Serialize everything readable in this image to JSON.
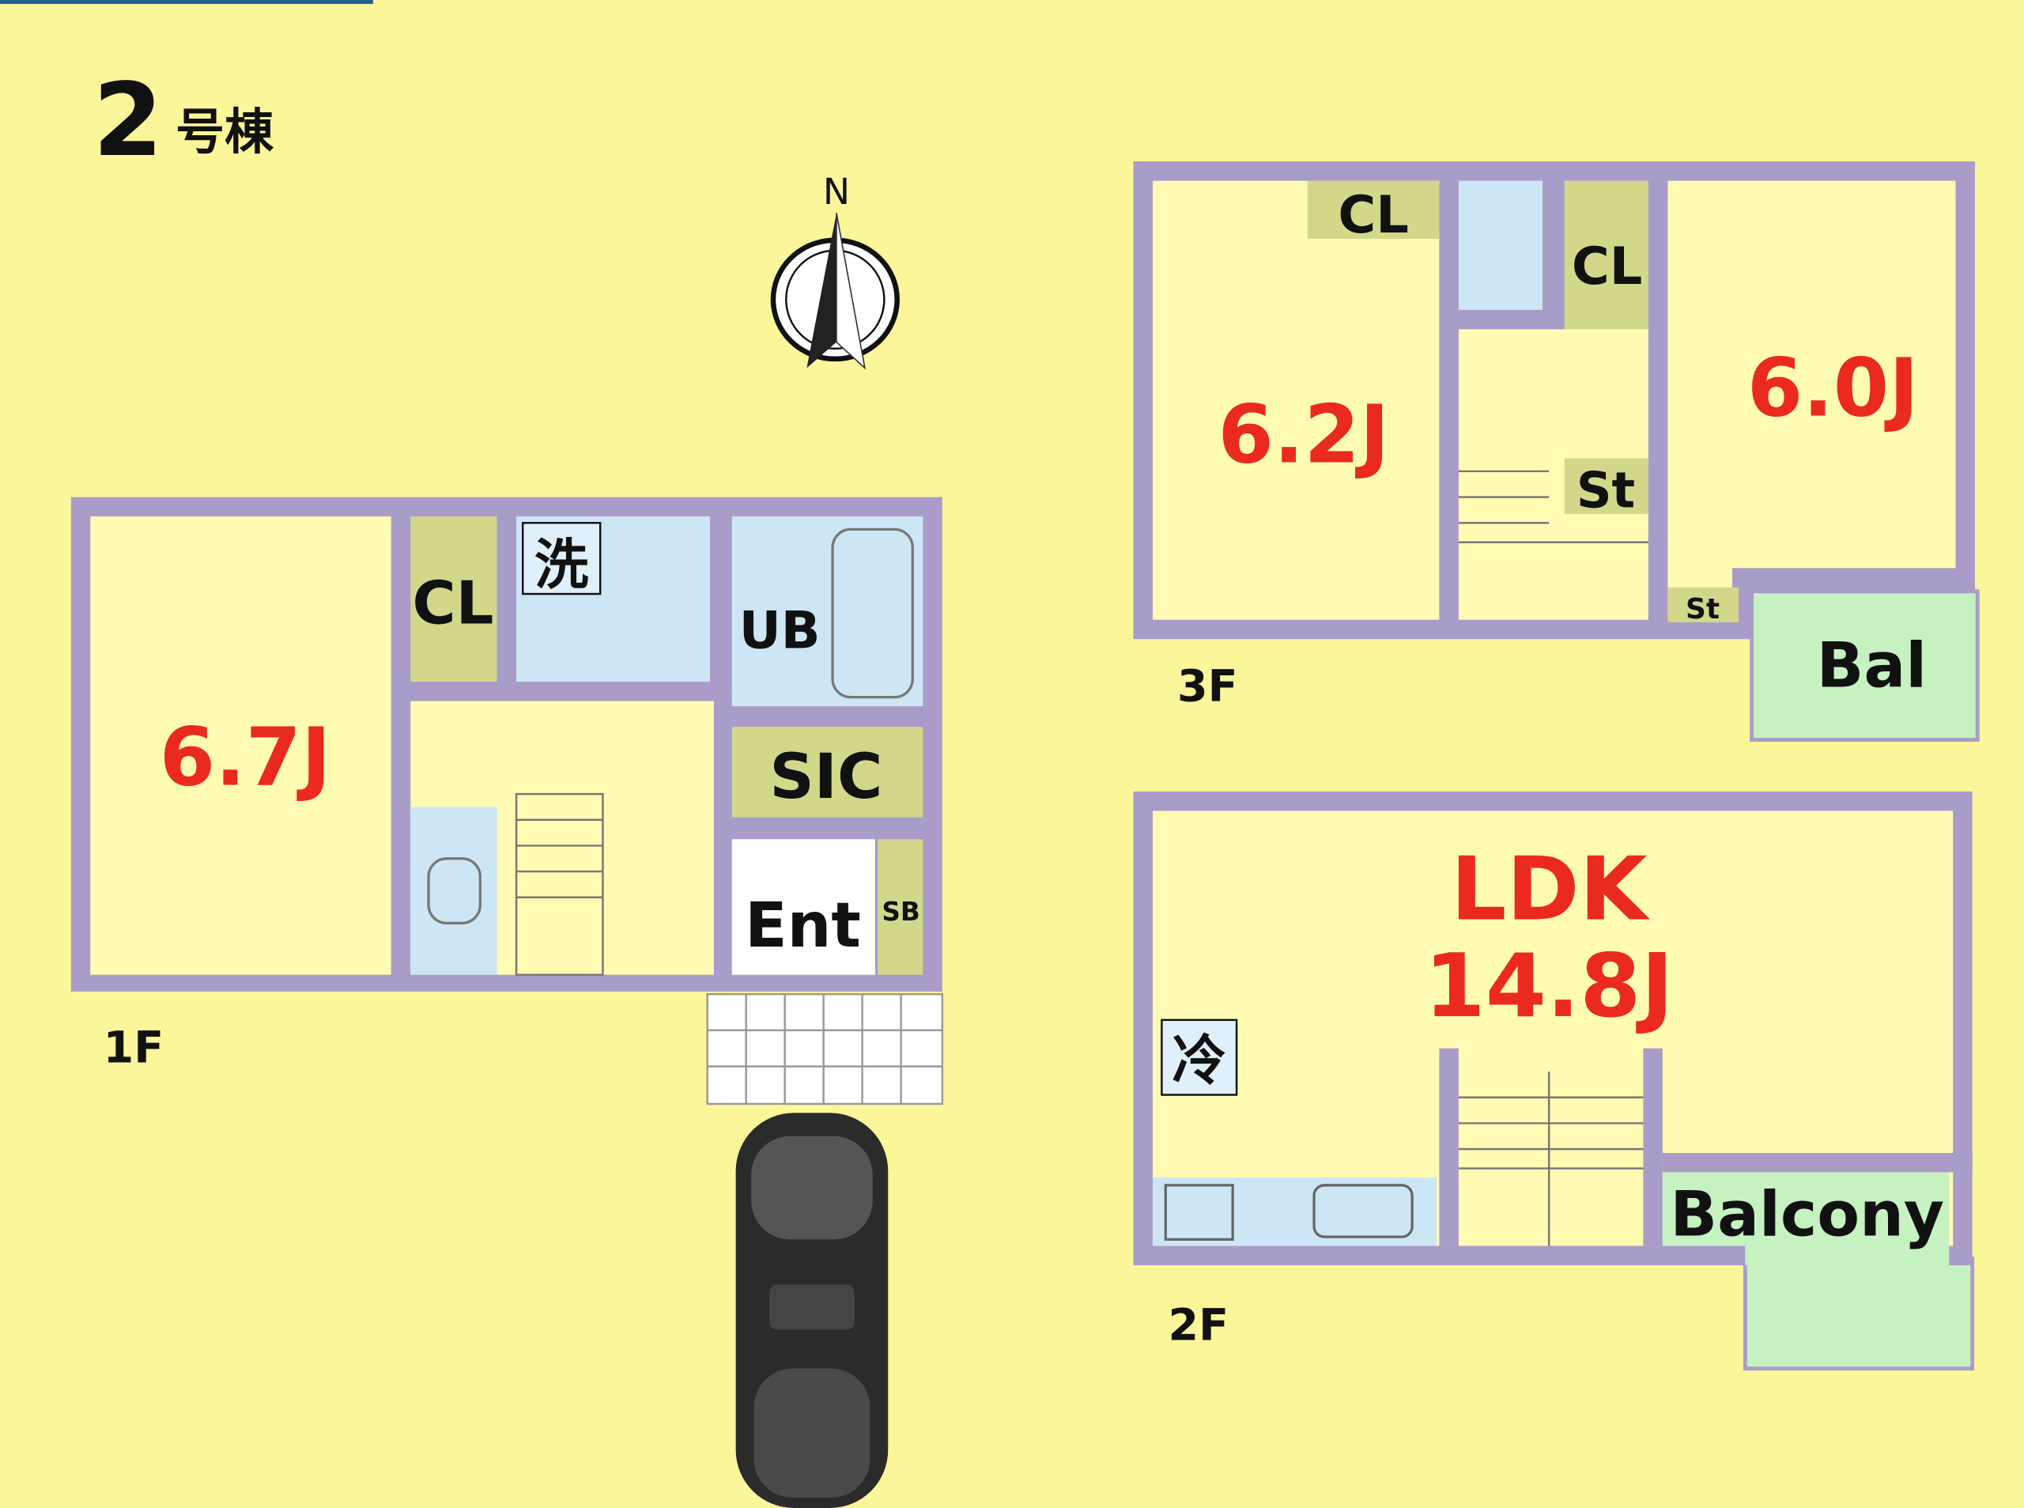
{
  "title": {
    "number": "2",
    "suffix": "号棟"
  },
  "compass": {
    "label": "N"
  },
  "colors": {
    "background": "#fcf69a",
    "wall": "#a99cc9",
    "room": "#fffbb2",
    "closet": "#d3d78a",
    "wet": "#cce6f6",
    "balcony": "#c6f2c2",
    "area_text": "#ea2a1f"
  },
  "floors": {
    "f1": {
      "label": "1F",
      "room_main": "6.7J",
      "closet": "CL",
      "wash": "洗",
      "bath": "UB",
      "sic": "SIC",
      "entrance": "Ent",
      "shoe_box": "SB"
    },
    "f2": {
      "label": "2F",
      "ldk": "LDK",
      "ldk_size": "14.8J",
      "fridge": "冷",
      "balcony": "Balcony"
    },
    "f3": {
      "label": "3F",
      "room_west": "6.2J",
      "room_east": "6.0J",
      "closet_1": "CL",
      "closet_2": "CL",
      "storage_1": "St",
      "storage_2": "St",
      "balcony": "Bal"
    }
  }
}
